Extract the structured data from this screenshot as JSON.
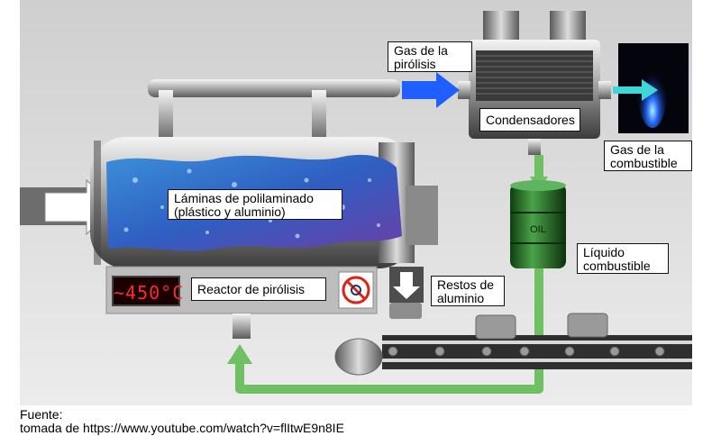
{
  "labels": {
    "gas_pirolisis": "Gas de la\npirólisis",
    "condensadores": "Condensadores",
    "gas_combustible": "Gas de la\ncombustible",
    "laminas": "Láminas de polilaminado\n(plástico y aluminio)",
    "liquido": "Líquido\ncombustible",
    "reactor": "Reactor de pirólisis",
    "restos": "Restos de\naluminio",
    "temperature": "~450°C",
    "barrel": "OIL"
  },
  "caption": {
    "line1": "Fuente:",
    "line2": "tomada de  https://www.youtube.com/watch?v=flItwE9n8IE"
  },
  "colors": {
    "background": "#d9d9d9",
    "gas_arrow": "#1f5fff",
    "fuel_gas_arrow": "#3ed6d6",
    "liquid_pipe": "#6fbf63",
    "barrel": "#2f7d2f"
  }
}
